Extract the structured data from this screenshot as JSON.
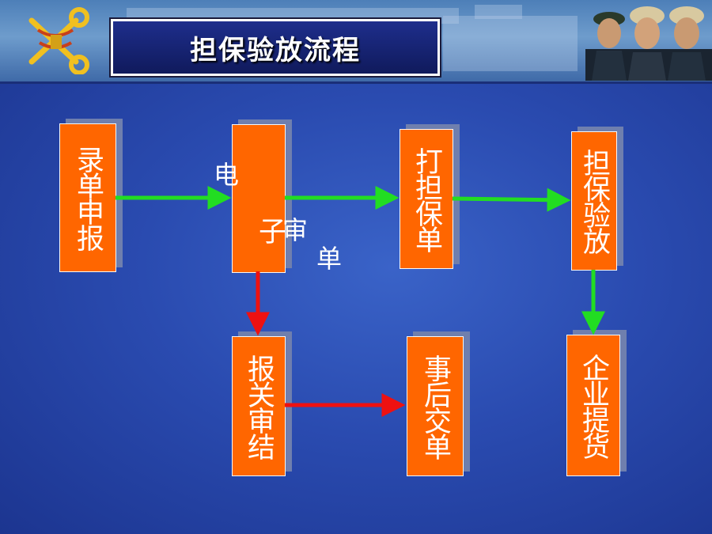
{
  "title": "担保验放流程",
  "colors": {
    "box_fill": "#ff6600",
    "ok_arrow": "#22dd22",
    "alt_arrow": "#ee1111",
    "background": "#2a4bb0"
  },
  "icons": {
    "emblem": "customs-emblem-icon",
    "guards": "officers-photo"
  },
  "nodes": [
    {
      "id": "record",
      "label": "录单申报"
    },
    {
      "id": "electronic-review",
      "label": "子"
    },
    {
      "id": "print-guarantee",
      "label": "打担保单"
    },
    {
      "id": "guarantee-release",
      "label": "担保验放"
    },
    {
      "id": "declaration-review",
      "label": "报关审结"
    },
    {
      "id": "post-submit",
      "label": "事后交单"
    },
    {
      "id": "pickup",
      "label": "企业提货"
    }
  ],
  "floating_chars": [
    "电",
    "审",
    "单"
  ]
}
